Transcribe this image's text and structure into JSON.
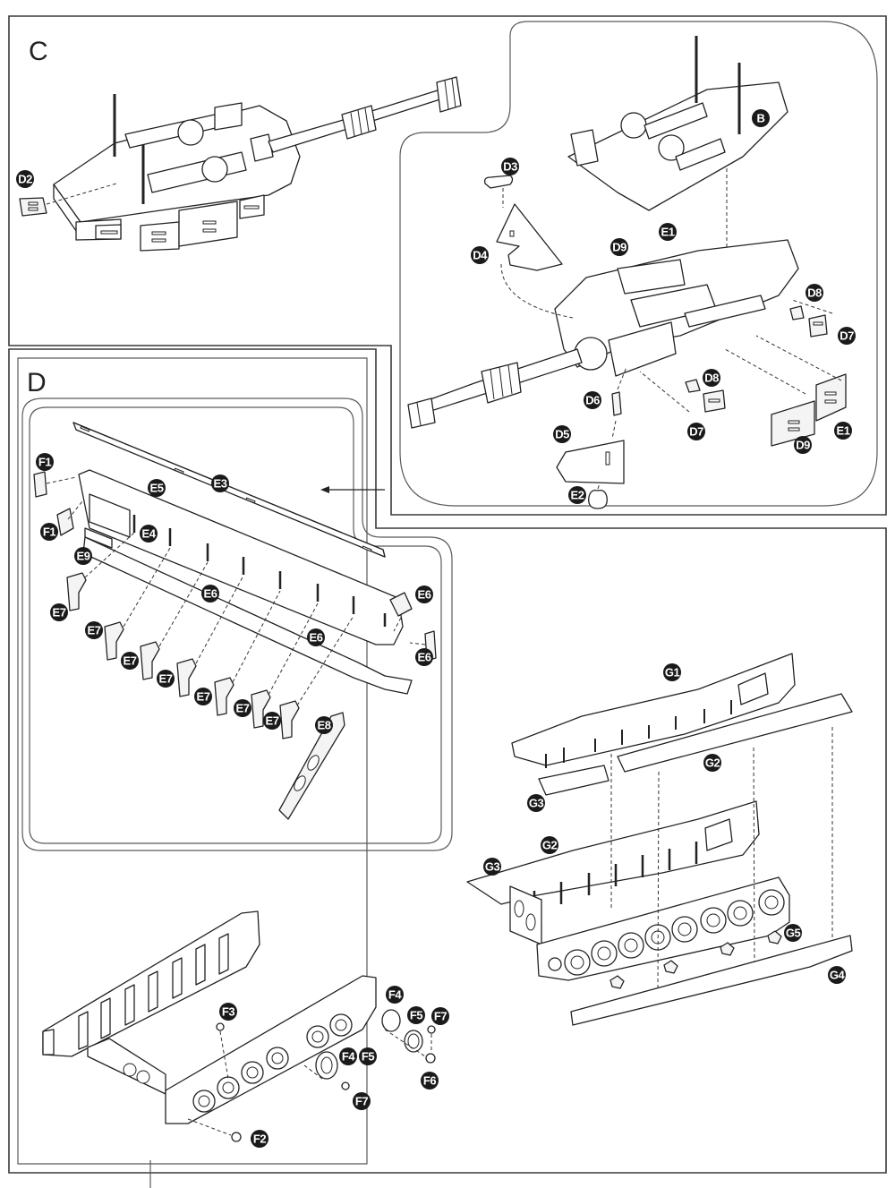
{
  "document": {
    "type": "assembly-instructions",
    "subject": "3D model tank kit"
  },
  "sections": [
    {
      "id": "C",
      "letter": "C",
      "labels": [
        "D2"
      ]
    },
    {
      "id": "B-subassembly",
      "labels": [
        "B",
        "D3",
        "D4",
        "D9",
        "E1",
        "D8",
        "D7",
        "D6",
        "D8",
        "D5",
        "D7",
        "E2",
        "D9",
        "E1"
      ]
    },
    {
      "id": "D",
      "letter": "D",
      "labels": [
        "F1",
        "E3",
        "E5",
        "F1",
        "E4",
        "E9",
        "E6",
        "E7",
        "E6",
        "E7",
        "E7",
        "E6",
        "E7",
        "E6",
        "E7",
        "E7",
        "E7",
        "E8"
      ],
      "lower_labels": [
        "F3",
        "F4",
        "F5",
        "F7",
        "F4",
        "F5",
        "F6",
        "F7",
        "F2"
      ]
    },
    {
      "id": "G-assembly",
      "labels": [
        "G1",
        "G2",
        "G3",
        "G2",
        "G3",
        "G5",
        "G4"
      ]
    }
  ],
  "badges": {
    "c_d2": "D2",
    "b_B": "B",
    "b_d3": "D3",
    "b_d4": "D4",
    "b_d9a": "D9",
    "b_e1a": "E1",
    "b_d8a": "D8",
    "b_d7a": "D7",
    "b_d6": "D6",
    "b_d8b": "D8",
    "b_d5": "D5",
    "b_d7b": "D7",
    "b_e2": "E2",
    "b_d9b": "D9",
    "b_e1b": "E1",
    "d_f1a": "F1",
    "d_e3": "E3",
    "d_e5": "E5",
    "d_f1b": "F1",
    "d_e4": "E4",
    "d_e9": "E9",
    "d_e6a": "E6",
    "d_e6b": "E6",
    "d_e6c": "E6",
    "d_e6d": "E6",
    "d_e7a": "E7",
    "d_e7b": "E7",
    "d_e7c": "E7",
    "d_e7d": "E7",
    "d_e7e": "E7",
    "d_e7f": "E7",
    "d_e7g": "E7",
    "d_e8": "E8",
    "f_f3": "F3",
    "f_f4a": "F4",
    "f_f5a": "F5",
    "f_f7a": "F7",
    "f_f4b": "F4",
    "f_f5b": "F5",
    "f_f6": "F6",
    "f_f7b": "F7",
    "f_f2": "F2",
    "g_g1": "G1",
    "g_g2a": "G2",
    "g_g3a": "G3",
    "g_g2b": "G2",
    "g_g3b": "G3",
    "g_g5": "G5",
    "g_g4": "G4"
  },
  "section_letters": {
    "c": "C",
    "d": "D"
  },
  "colors": {
    "badge": "#1a1a1a",
    "badge_text": "#ffffff",
    "line": "#222222",
    "background": "#ffffff"
  }
}
